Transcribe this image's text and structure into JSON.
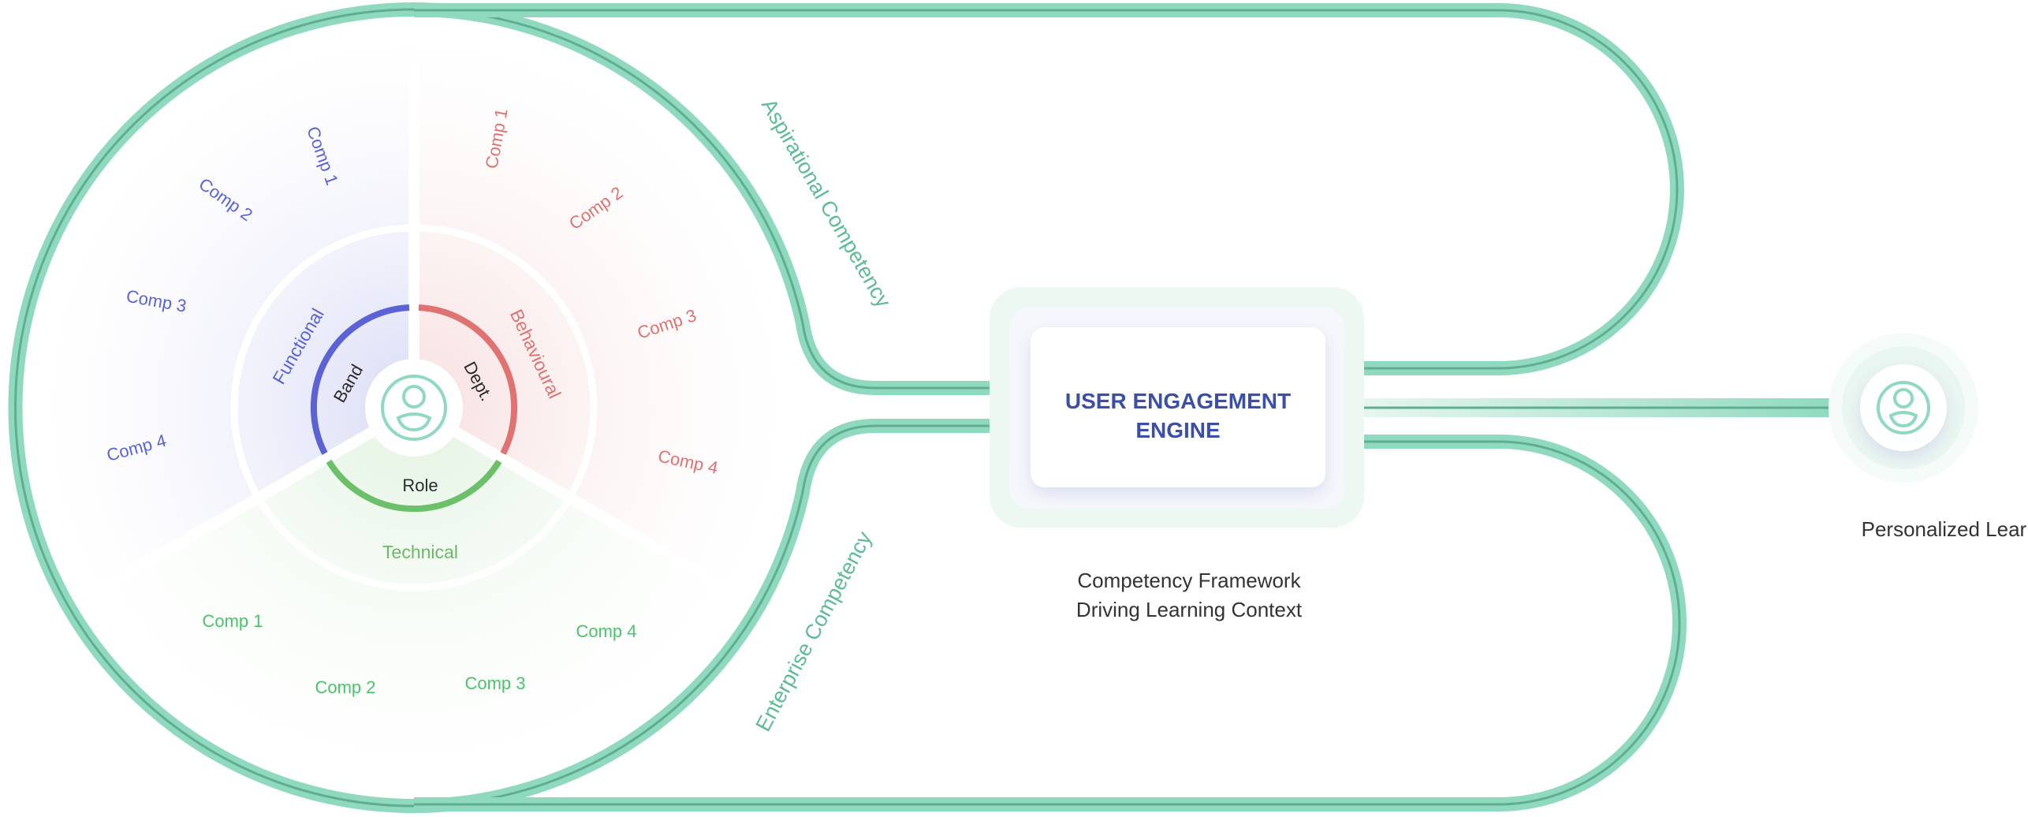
{
  "rails": {
    "aspirational": "Aspirational Competency",
    "enterprise": "Enterprise Competency"
  },
  "wheel": {
    "center_icon": "user-icon",
    "inner": {
      "band": "Band",
      "dept": "Dept.",
      "role": "Role"
    },
    "categories": {
      "functional": "Functional",
      "behavioural": "Behavioural",
      "technical": "Technical"
    },
    "functional_comps": [
      "Comp 1",
      "Comp 2",
      "Comp 3",
      "Comp 4"
    ],
    "behavioural_comps": [
      "Comp 1",
      "Comp 2",
      "Comp 3",
      "Comp 4"
    ],
    "technical_comps": [
      "Comp 1",
      "Comp 2",
      "Comp 3",
      "Comp 4"
    ]
  },
  "engine": {
    "title_line1": "USER ENGAGEMENT",
    "title_line2": "ENGINE",
    "caption_line1": "Competency Framework",
    "caption_line2": "Driving Learning Context"
  },
  "output": {
    "icon": "user-icon",
    "label": "Personalized Learning"
  },
  "colors": {
    "track": "#8fd9bf",
    "track_line": "#5fae92",
    "functional": "#5b62d6",
    "behavioural": "#e07272",
    "technical": "#49c46a",
    "engine_title": "#3b4fa8"
  }
}
